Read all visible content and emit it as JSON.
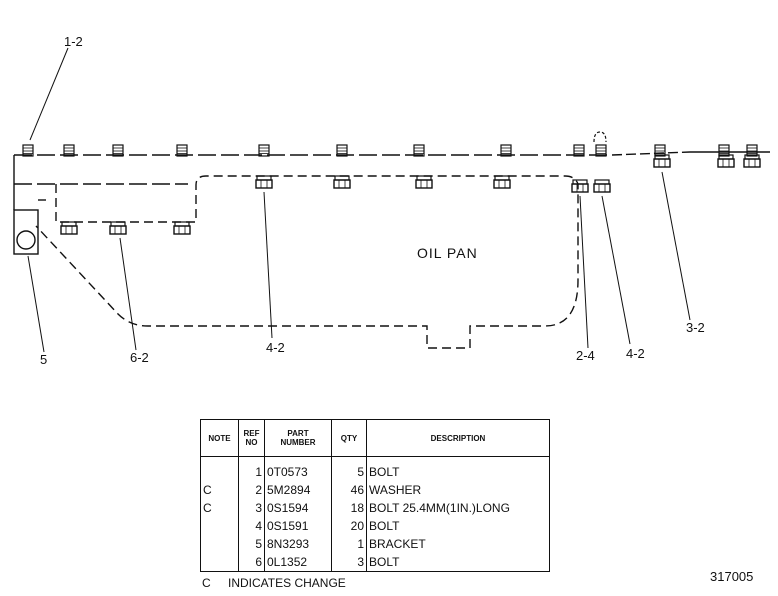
{
  "diagram": {
    "pan_label": "OIL PAN",
    "callouts": {
      "c12": "1-2",
      "c5": "5",
      "c62": "6-2",
      "c42a": "4-2",
      "c24": "2-4",
      "c42b": "4-2",
      "c32": "3-2"
    }
  },
  "table": {
    "headers": {
      "note": "NOTE",
      "ref_l1": "REF",
      "ref_l2": "NO",
      "part_l1": "PART",
      "part_l2": "NUMBER",
      "qty": "QTY",
      "desc": "DESCRIPTION"
    },
    "rows": [
      {
        "note": "",
        "ref": "1",
        "part": "0T0573",
        "qty": "5",
        "desc": "BOLT"
      },
      {
        "note": "C",
        "ref": "2",
        "part": "5M2894",
        "qty": "46",
        "desc": "WASHER"
      },
      {
        "note": "C",
        "ref": "3",
        "part": "0S1594",
        "qty": "18",
        "desc": "BOLT   25.4MM(1IN.)LONG"
      },
      {
        "note": "",
        "ref": "4",
        "part": "0S1591",
        "qty": "20",
        "desc": "BOLT"
      },
      {
        "note": "",
        "ref": "5",
        "part": "8N3293",
        "qty": "1",
        "desc": "BRACKET"
      },
      {
        "note": "",
        "ref": "6",
        "part": "0L1352",
        "qty": "3",
        "desc": "BOLT"
      }
    ]
  },
  "footnote": {
    "code": "C",
    "text": "INDICATES  CHANGE"
  },
  "figure_id": "317005"
}
